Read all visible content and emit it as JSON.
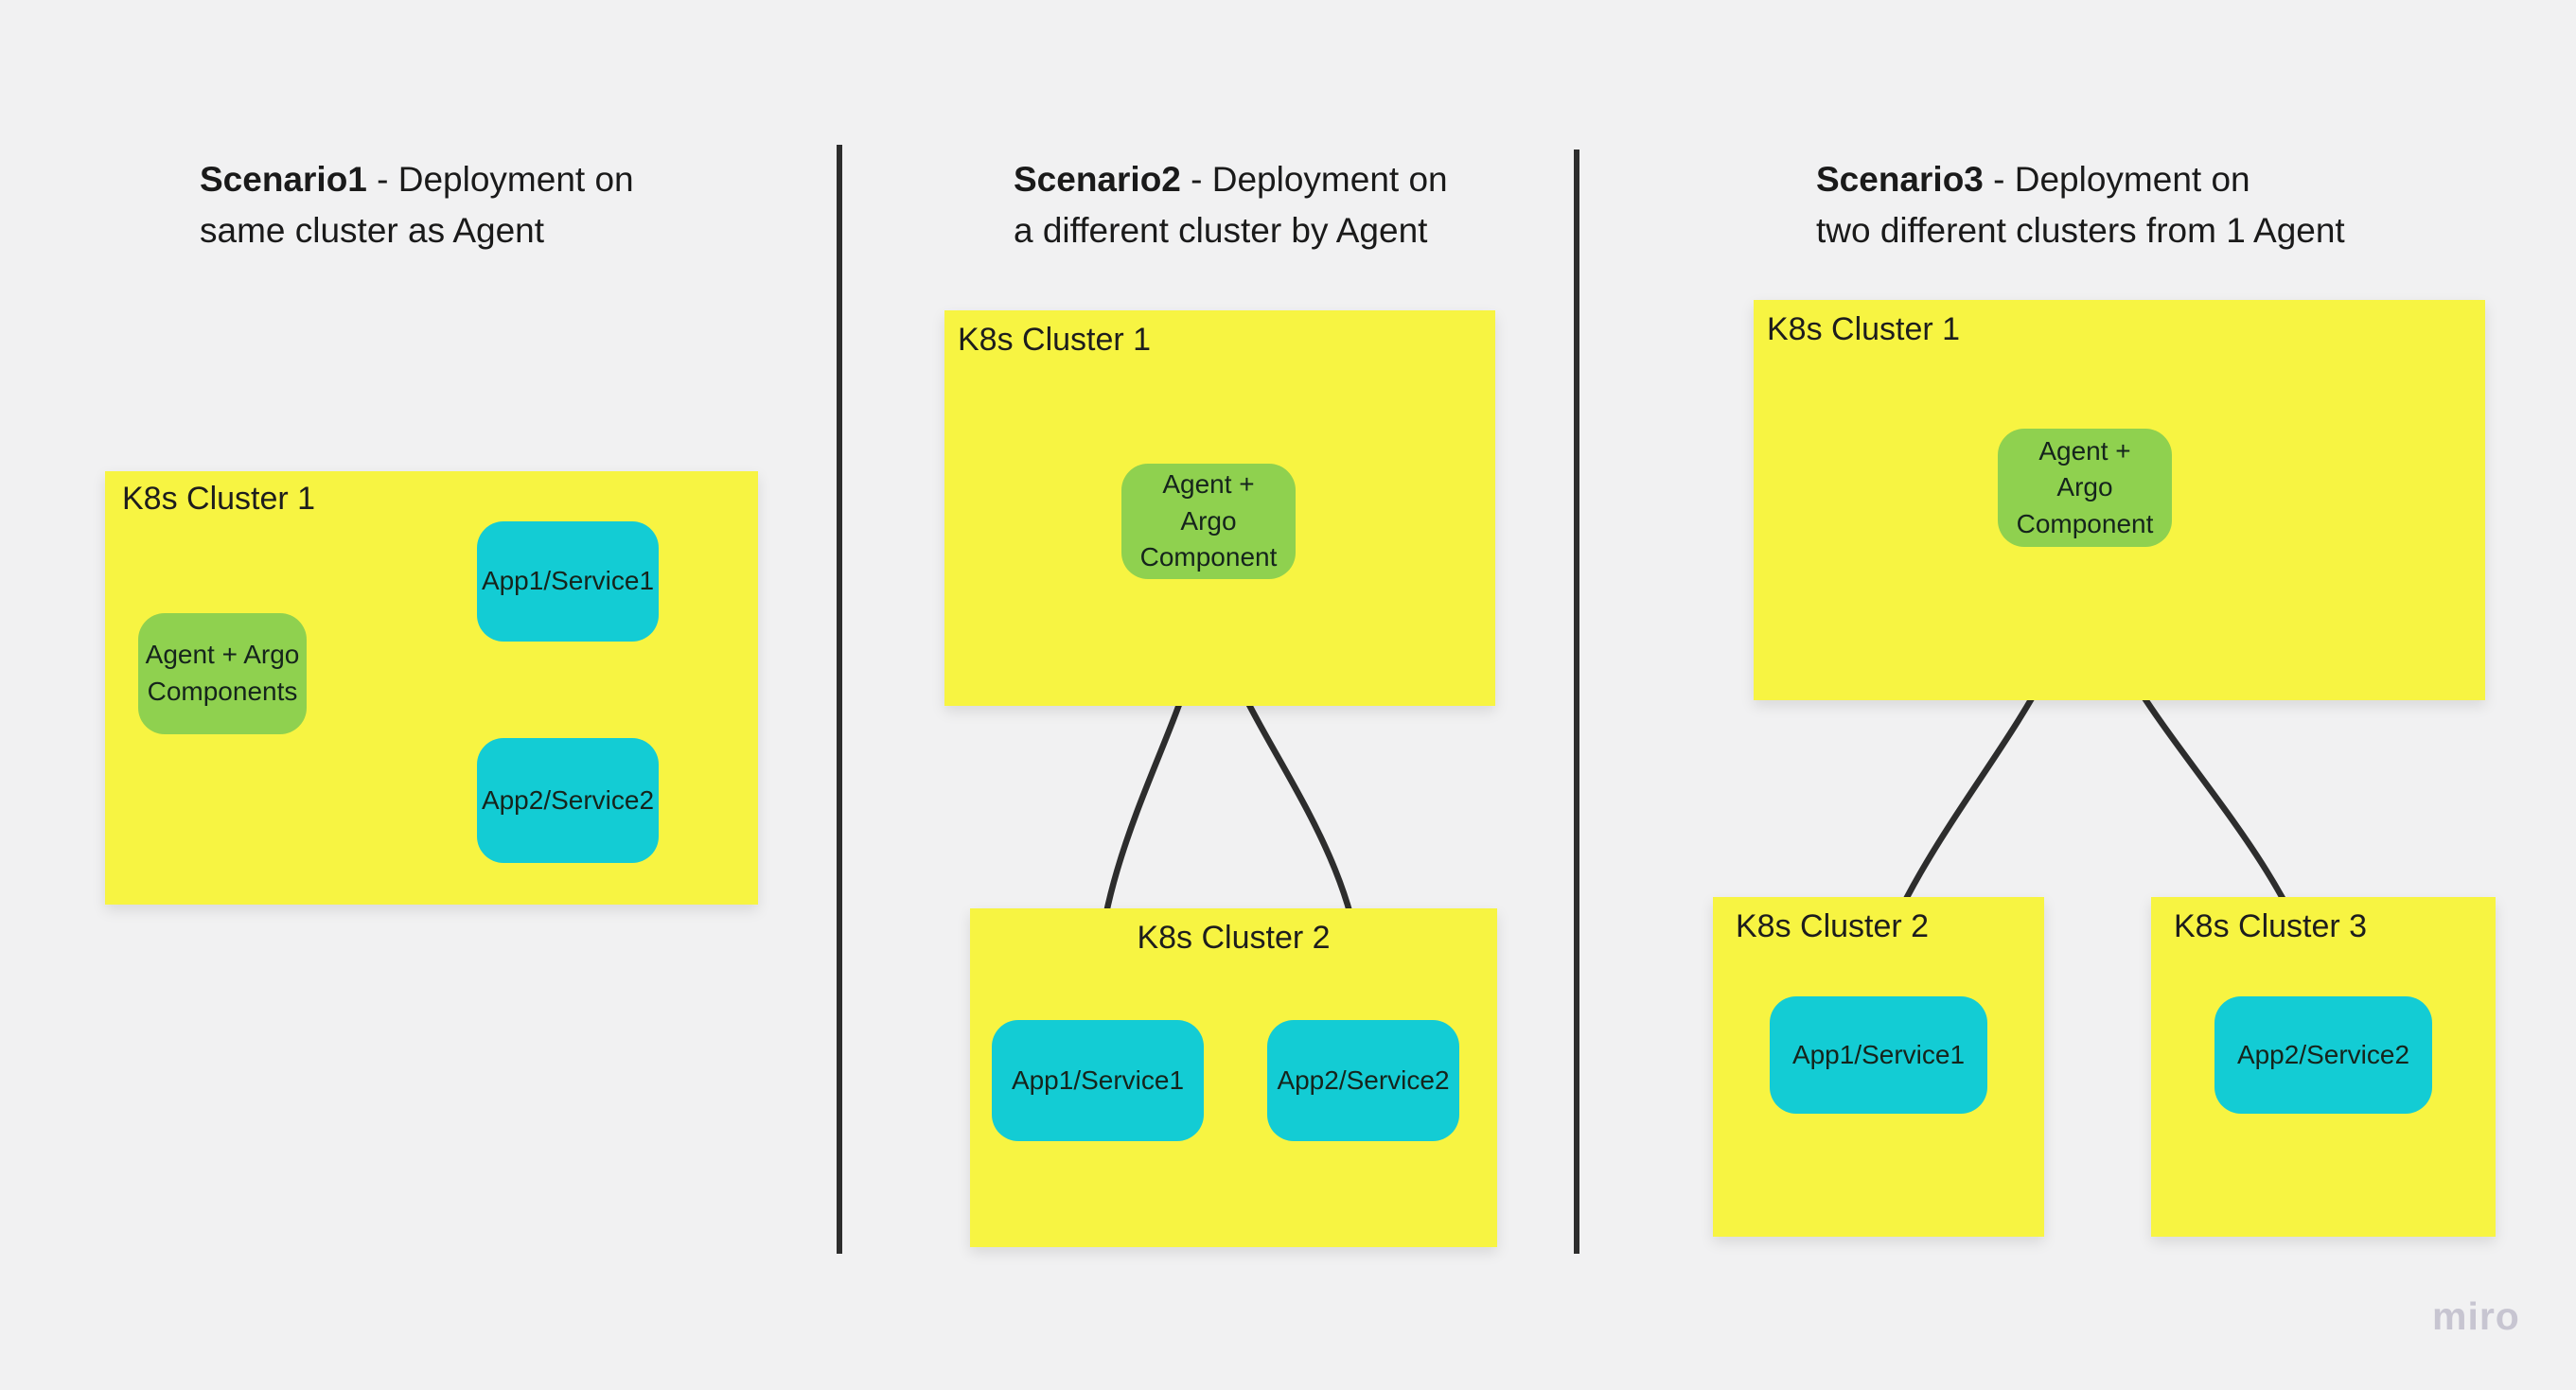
{
  "colors": {
    "bg": "#f1f1f2",
    "yellow": "#f7f442",
    "green": "#8fd14f",
    "cyan": "#13ccd4",
    "line": "#2d2d2d",
    "text": "#1a1a1a",
    "watermark": "#c7c5d1"
  },
  "watermark": {
    "label": "miro"
  },
  "scenarios": [
    {
      "title": {
        "bold": "Scenario1",
        "rest": " - Deployment on",
        "line2": "same cluster as Agent"
      },
      "cluster1": {
        "label": "K8s Cluster 1"
      },
      "agent": {
        "lines": [
          "Agent + Argo",
          "Components"
        ]
      },
      "app1": {
        "label": "App1/Service1"
      },
      "app2": {
        "label": "App2/Service2"
      }
    },
    {
      "title": {
        "bold": "Scenario2",
        "rest": " - Deployment on",
        "line2": "a different cluster by Agent"
      },
      "cluster1": {
        "label": "K8s Cluster 1"
      },
      "cluster2": {
        "label": "K8s Cluster 2"
      },
      "agent": {
        "lines": [
          "Agent +",
          "Argo",
          "Component"
        ]
      },
      "app1": {
        "label": "App1/Service1"
      },
      "app2": {
        "label": "App2/Service2"
      }
    },
    {
      "title": {
        "bold": "Scenario3",
        "rest": " - Deployment on",
        "line2": "two different clusters from 1 Agent"
      },
      "cluster1": {
        "label": "K8s Cluster 1"
      },
      "cluster2": {
        "label": "K8s Cluster 2"
      },
      "cluster3": {
        "label": "K8s Cluster 3"
      },
      "agent": {
        "lines": [
          "Agent +",
          "Argo",
          "Component"
        ]
      },
      "app1": {
        "label": "App1/Service1"
      },
      "app2": {
        "label": "App2/Service2"
      }
    }
  ]
}
